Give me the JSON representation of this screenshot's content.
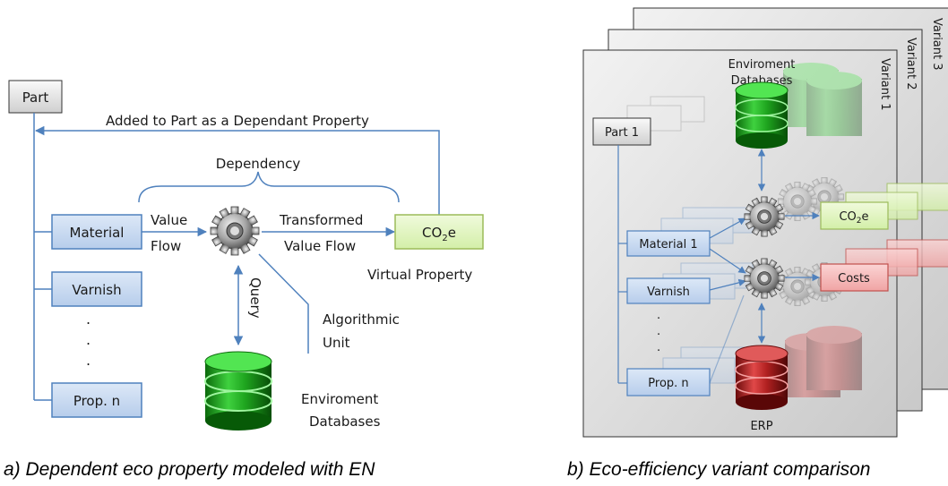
{
  "left": {
    "part_label": "Part",
    "added_note": "Added to Part as a Dependant Property",
    "dependency_label": "Dependency",
    "material_label": "Material",
    "varnish_label": "Varnish",
    "propn_label": "Prop. n",
    "value_flow_line1": "Value",
    "value_flow_line2": "Flow",
    "transformed_line1": "Transformed",
    "transformed_line2": "Value Flow",
    "co2_main": "CO",
    "co2_sub": "2",
    "co2_tail": "e",
    "virtual_property": "Virtual Property",
    "query_label": "Query",
    "algorithmic_line1": "Algorithmic",
    "algorithmic_line2": "Unit",
    "env_db_line1": "Enviroment",
    "env_db_line2": "Databases",
    "dot": "."
  },
  "right": {
    "variant1": "Variant 1",
    "variant2": "Variant 2",
    "variant3": "Variant 3",
    "env_db_line1": "Enviroment",
    "env_db_line2": "Databases",
    "part1_label": "Part 1",
    "material1_label": "Material 1",
    "varnish_label": "Varnish",
    "propn_label": "Prop. n",
    "co2_main": "CO",
    "co2_sub": "2",
    "co2_tail": "e",
    "costs_label": "Costs",
    "erp_label": "ERP",
    "dot": "."
  },
  "captions": {
    "a": "a) Dependent eco property modeled with EN",
    "b": "b) Eco-efficiency variant comparison"
  },
  "colors": {
    "blue_box": "#c6d9f1",
    "green_box": "#e2f4c4",
    "red_box": "#f4b6b6",
    "line": "#4f81bd"
  }
}
